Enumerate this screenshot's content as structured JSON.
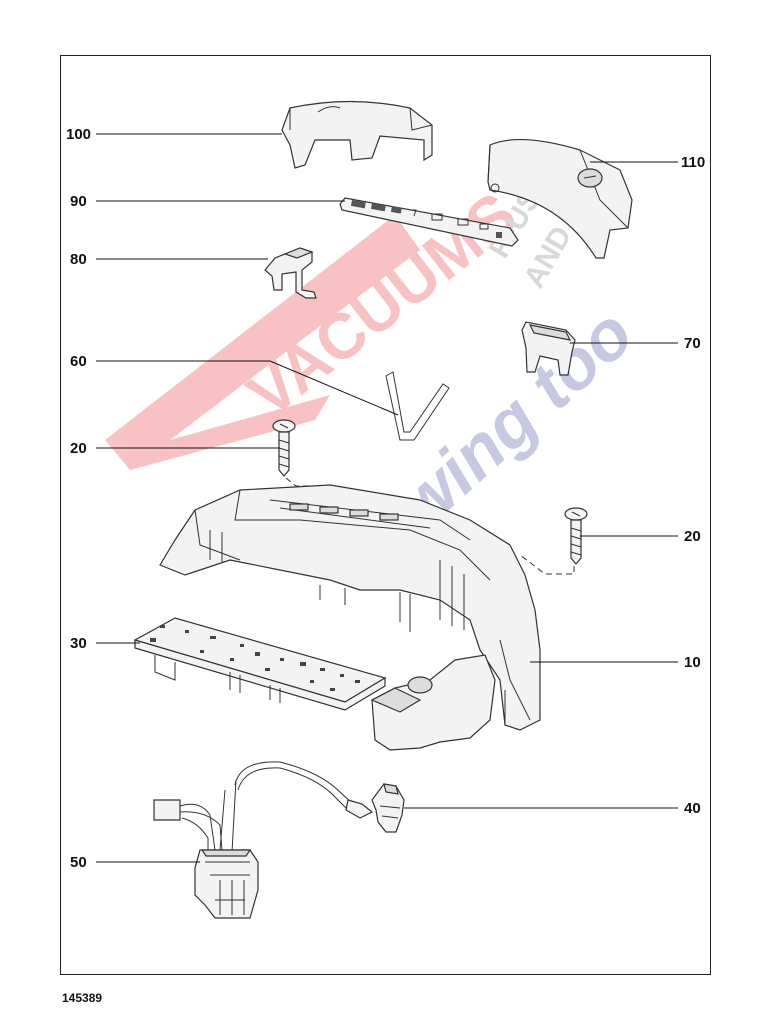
{
  "figure_number": "145389",
  "watermark": {
    "line1": "VACUUMS",
    "line2": "R-US",
    "line3": "AND",
    "line4": "Sewing too",
    "red": "#e8262b",
    "blue": "#3b3f9a"
  },
  "callouts": [
    {
      "id": "callout-100",
      "label": "100"
    },
    {
      "id": "callout-90",
      "label": "90"
    },
    {
      "id": "callout-80",
      "label": "80"
    },
    {
      "id": "callout-60",
      "label": "60"
    },
    {
      "id": "callout-20-left",
      "label": "20"
    },
    {
      "id": "callout-30",
      "label": "30"
    },
    {
      "id": "callout-50",
      "label": "50"
    },
    {
      "id": "callout-110",
      "label": "110"
    },
    {
      "id": "callout-70",
      "label": "70"
    },
    {
      "id": "callout-20-right",
      "label": "20"
    },
    {
      "id": "callout-10",
      "label": "10"
    },
    {
      "id": "callout-40",
      "label": "40"
    }
  ]
}
